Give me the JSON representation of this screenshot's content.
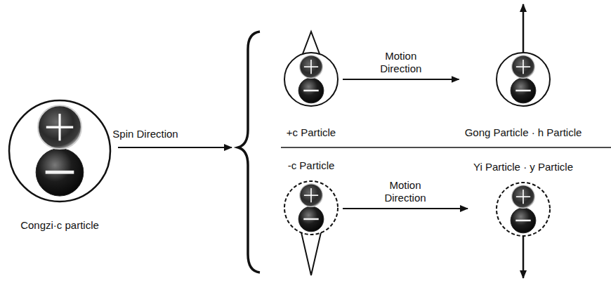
{
  "diagram": {
    "nodes": [
      {
        "text": [
          "Congzi·c particle"
        ]
      },
      {
        "text": [
          "+c Particle"
        ]
      },
      {
        "text": [
          "Gong Particle · h Particle"
        ]
      },
      {
        "text": [
          "-c Particle"
        ]
      },
      {
        "text": [
          "Yi Particle · y Particle"
        ]
      }
    ],
    "edges": [
      {
        "from": 1,
        "to": 2,
        "label": "Motion Direction",
        "arrow": "to"
      },
      {
        "from": 3,
        "to": 4,
        "label": "Motion Direction",
        "arrow": "to"
      }
    ],
    "labels": [
      "Spin Direction"
    ]
  }
}
